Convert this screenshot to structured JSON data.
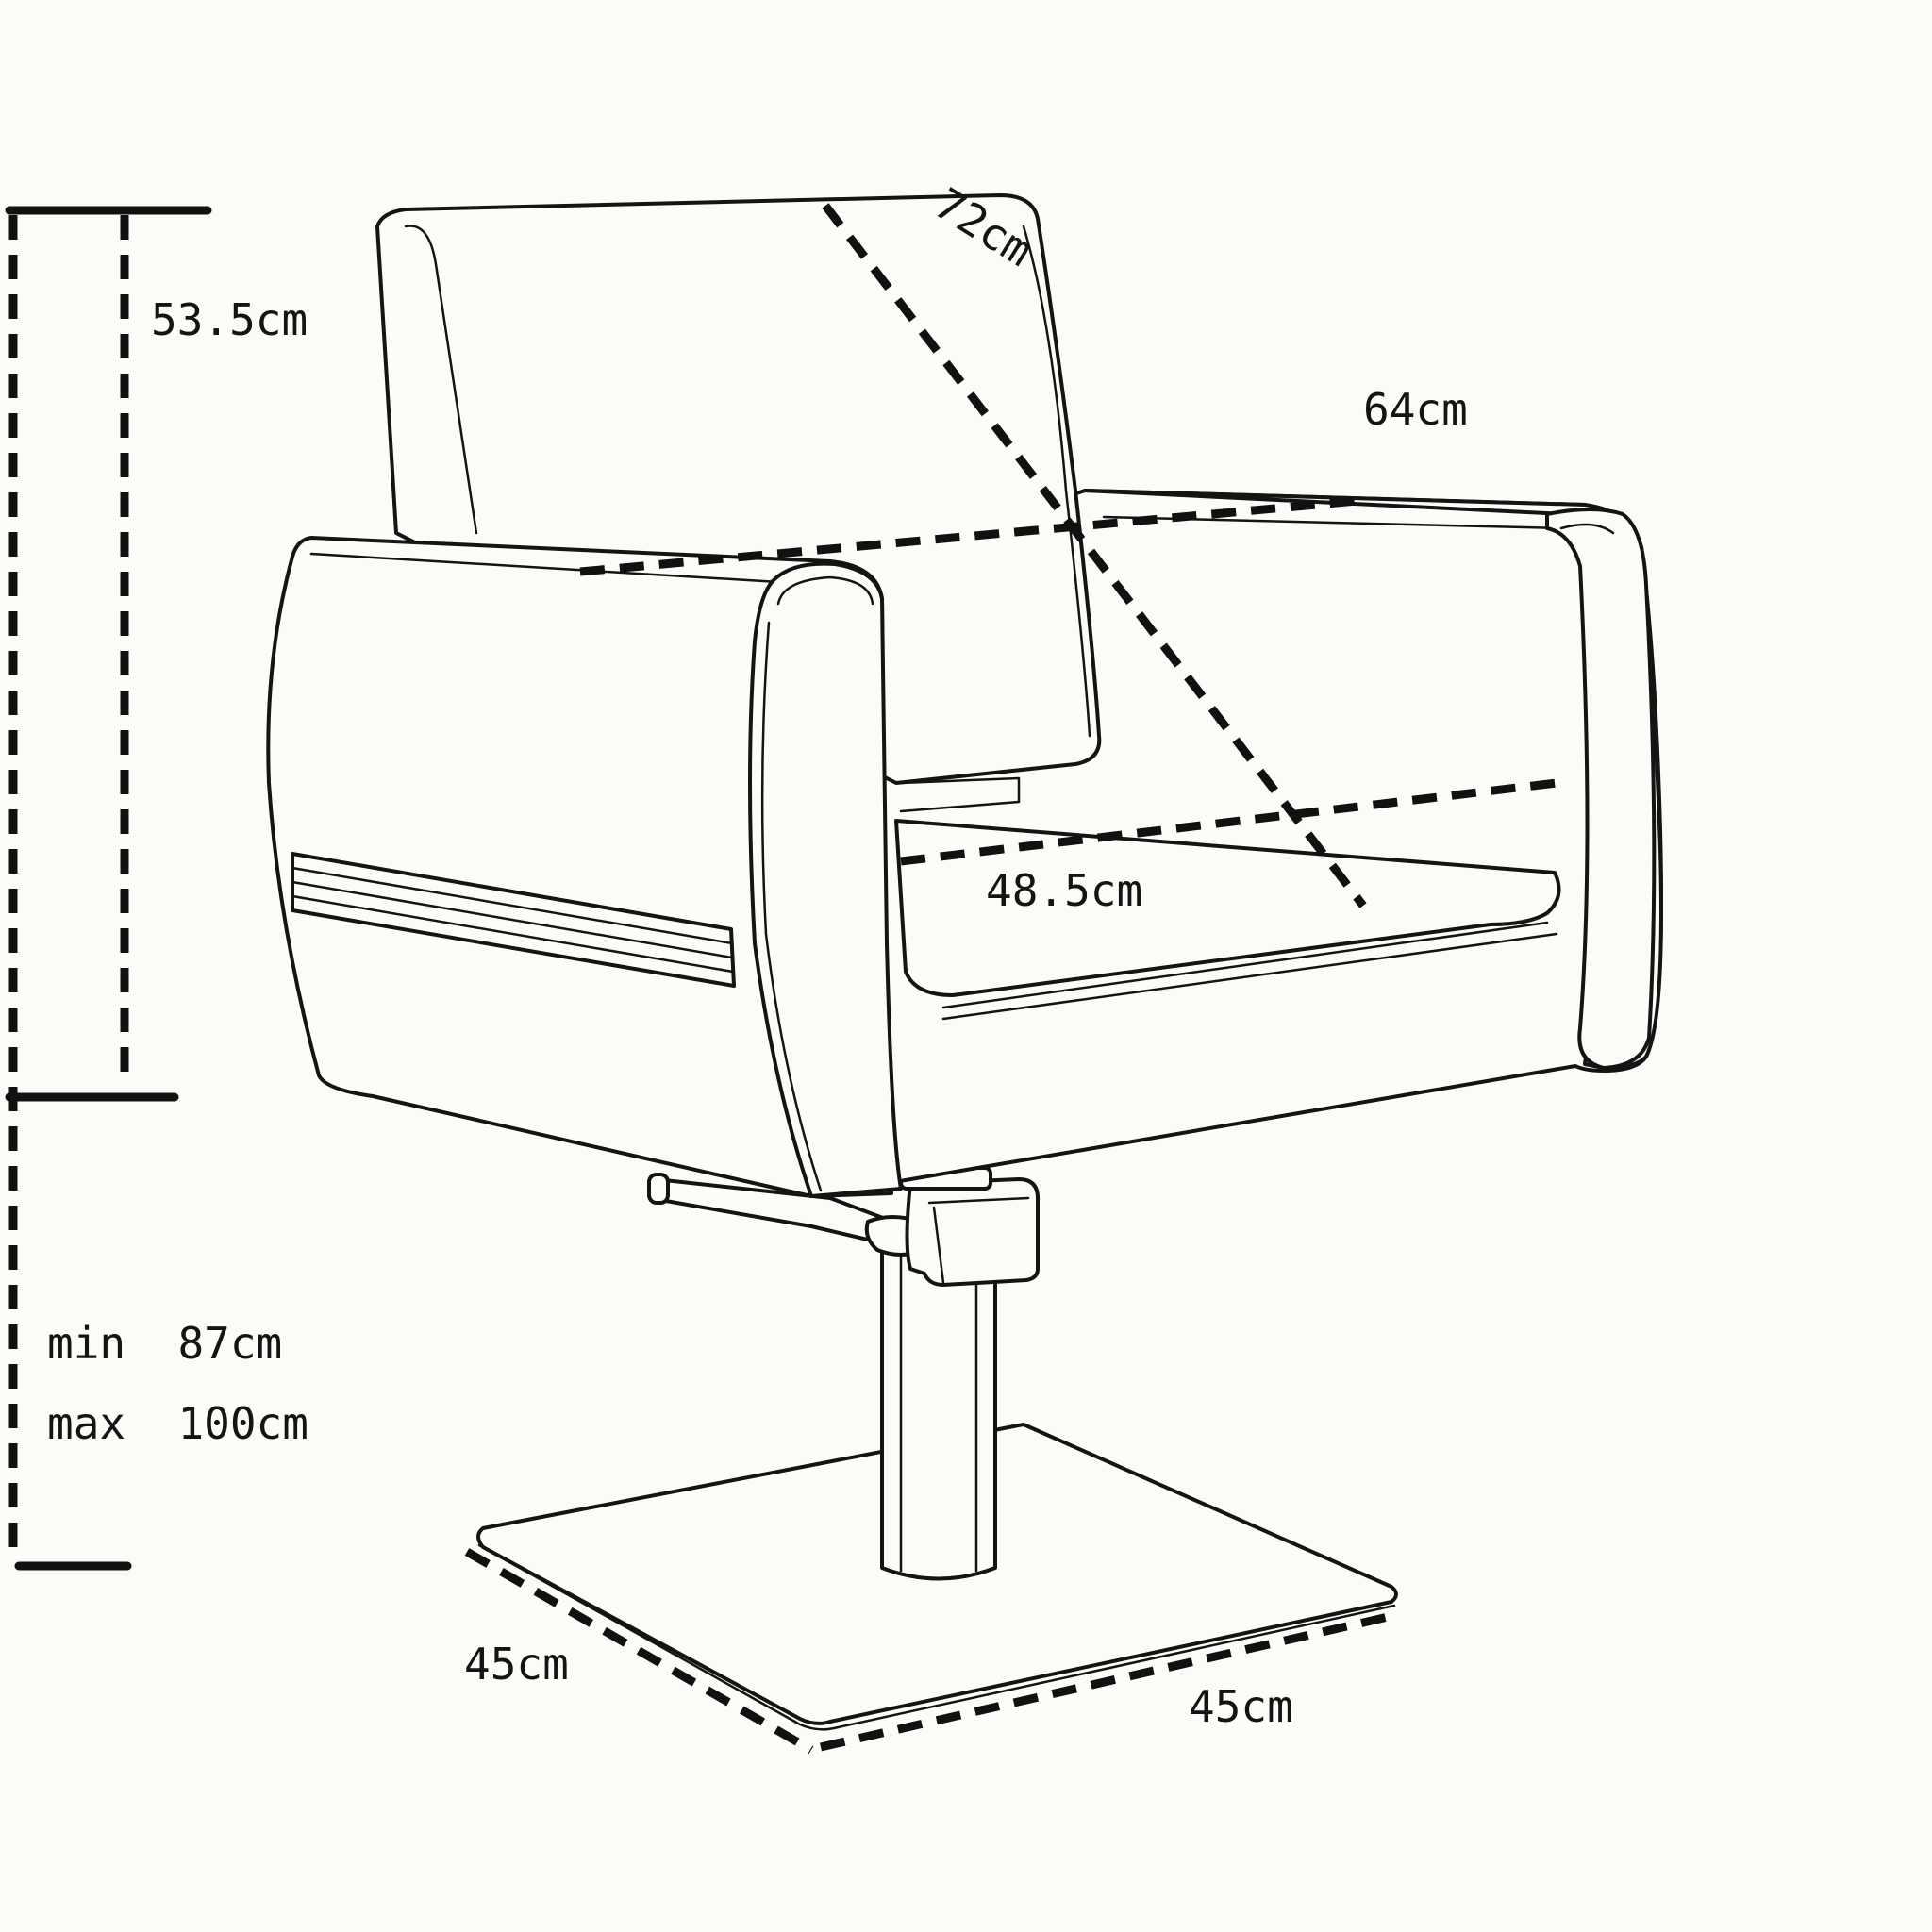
{
  "dimensions": {
    "backrest_height": "53.5cm",
    "backrest_diagonal": "72cm",
    "overall_width": "64cm",
    "seat_width": "48.5cm",
    "seat_height_min": "min  87cm",
    "seat_height_max": "max  100cm",
    "base_depth": "45cm",
    "base_width": "45cm"
  }
}
